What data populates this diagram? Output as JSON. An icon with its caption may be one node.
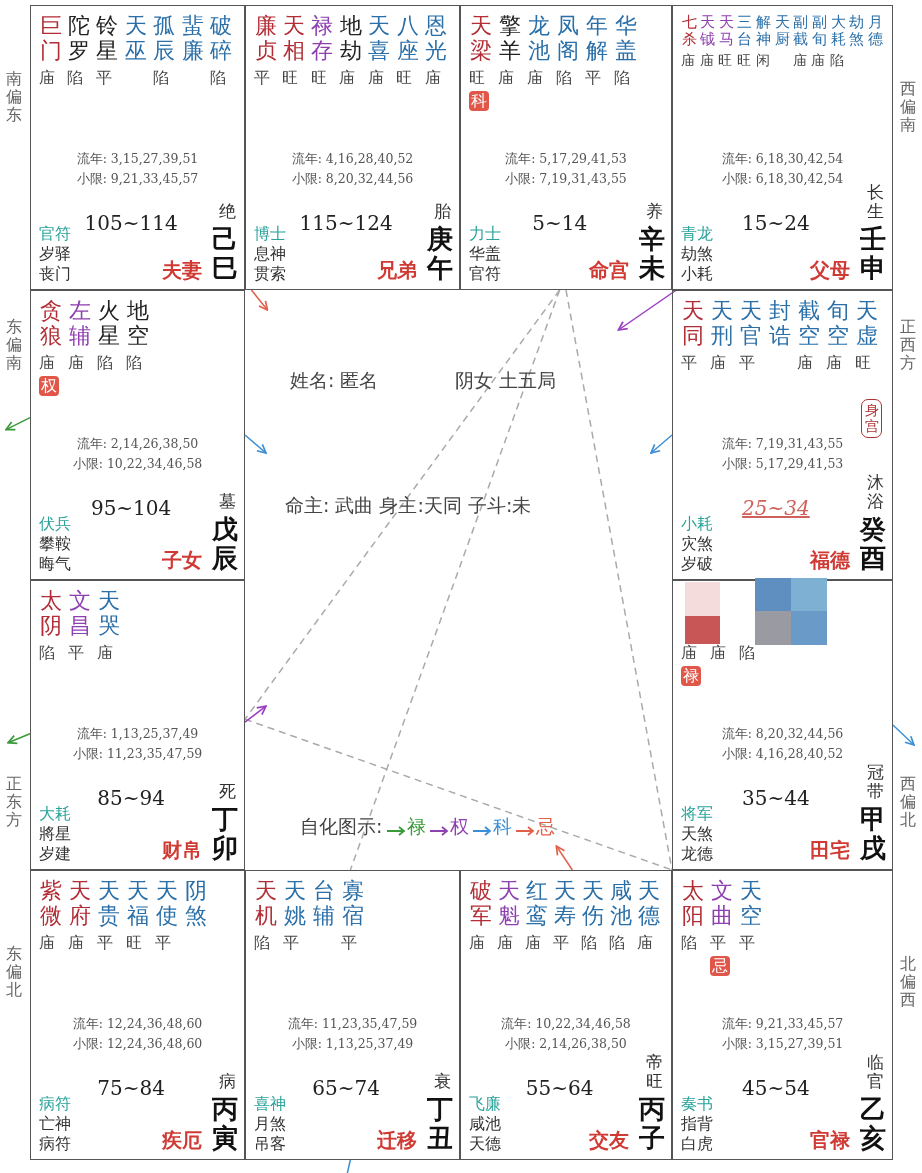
{
  "diagram": {
    "nodes": [
      {
        "text": [
          "巨门",
          "陀罗",
          "铃星",
          "天巫",
          "孤辰",
          "蜚廉",
          "破碎",
          "庙",
          "陷",
          "平",
          "陷",
          "陷",
          "流年: 3,15,27,39,51",
          "小限: 9,21,33,45,57",
          "105~114",
          "官符",
          "岁驿",
          "丧门",
          "夫妻",
          "绝",
          "己巳"
        ],
        "beside": [
          "南偏东"
        ]
      },
      {
        "text": [
          "廉贞",
          "天相",
          "禄存",
          "地劫",
          "天喜",
          "八座",
          "恩光",
          "平",
          "旺",
          "旺",
          "庙",
          "庙",
          "旺",
          "庙",
          "流年: 4,16,28,40,52",
          "小限: 8,20,32,44,56",
          "115~124",
          "博士",
          "息神",
          "贯索",
          "兄弟",
          "胎",
          "庚午"
        ]
      },
      {
        "text": [
          "天梁",
          "擎羊",
          "龙池",
          "凤阁",
          "年解",
          "华盖",
          "旺",
          "庙",
          "庙",
          "陷",
          "平",
          "陷",
          "科",
          "流年: 5,17,29,41,53",
          "小限: 7,19,31,43,55",
          "5~14",
          "力士",
          "华盖",
          "官符",
          "命宫",
          "养",
          "辛未"
        ]
      },
      {
        "text": [
          "七杀",
          "天钺",
          "天马",
          "三台",
          "解神",
          "天厨",
          "副截",
          "副旬",
          "大耗",
          "劫煞",
          "月德",
          "庙",
          "庙",
          "旺",
          "旺",
          "闲",
          "庙",
          "庙",
          "陷",
          "流年: 6,18,30,42,54",
          "小限: 6,18,30,42,54",
          "15~24",
          "青龙",
          "劫煞",
          "小耗",
          "父母",
          "长生",
          "壬申"
        ],
        "beside": [
          "西偏南"
        ]
      },
      {
        "text": [
          "贪狼",
          "左辅",
          "火星",
          "地空",
          "庙",
          "庙",
          "陷",
          "陷",
          "权",
          "流年: 2,14,26,38,50",
          "小限: 10,22,34,46,58",
          "95~104",
          "伏兵",
          "攀鞍",
          "晦气",
          "子女",
          "墓",
          "戊辰"
        ],
        "beside": [
          "东偏南"
        ]
      },
      {
        "text": [
          "天同",
          "天刑",
          "天官",
          "封诰",
          "截空",
          "旬空",
          "天虚",
          "平",
          "庙",
          "平",
          "庙",
          "庙",
          "旺",
          "身宫",
          "流年: 7,19,31,43,55",
          "小限: 5,17,29,41,53",
          "25~34",
          "小耗",
          "灾煞",
          "岁破",
          "福德",
          "沐浴",
          "癸酉"
        ],
        "beside": [
          "正西方"
        ]
      },
      {
        "text": [
          "太阴",
          "文昌",
          "天哭",
          "陷",
          "平",
          "庙",
          "流年: 1,13,25,37,49",
          "小限: 11,23,35,47,59",
          "85~94",
          "大耗",
          "將星",
          "岁建",
          "财帛",
          "死",
          "丁卯"
        ],
        "beside": [
          "正东方"
        ]
      },
      {
        "text": [
          "庙",
          "庙",
          "陷",
          "禄",
          "流年: 8,20,32,44,56",
          "小限: 4,16,28,40,52",
          "35~44",
          "将军",
          "天煞",
          "龙德",
          "田宅",
          "冠带",
          "甲戌"
        ],
        "beside": [
          "西偏北"
        ]
      },
      {
        "text": [
          "紫微",
          "天府",
          "天贵",
          "天福",
          "天使",
          "阴煞",
          "庙",
          "庙",
          "平",
          "旺",
          "平",
          "流年: 12,24,36,48,60",
          "小限: 12,24,36,48,60",
          "75~84",
          "病符",
          "亡神",
          "病符",
          "疾厄",
          "病",
          "丙寅"
        ],
        "beside": [
          "东偏北"
        ]
      },
      {
        "text": [
          "天机",
          "天姚",
          "台辅",
          "寡宿",
          "陷",
          "平",
          "平",
          "流年: 11,23,35,47,59",
          "小限: 1,13,25,37,49",
          "65~74",
          "喜神",
          "月煞",
          "吊客",
          "迁移",
          "衰",
          "丁丑"
        ]
      },
      {
        "text": [
          "破军",
          "天魁",
          "红鸾",
          "天寿",
          "天伤",
          "咸池",
          "天德",
          "庙",
          "庙",
          "庙",
          "平",
          "陷",
          "陷",
          "庙",
          "流年: 10,22,34,46,58",
          "小限: 2,14,26,38,50",
          "55~64",
          "飞廉",
          "咸池",
          "天德",
          "交友",
          "帝旺",
          "丙子"
        ]
      },
      {
        "text": [
          "太阳",
          "文曲",
          "天空",
          "陷",
          "平",
          "平",
          "忌",
          "流年: 9,21,33,45,57",
          "小限: 3,15,27,39,51",
          "45~54",
          "奏书",
          "指背",
          "白虎",
          "官禄",
          "临官",
          "乙亥"
        ],
        "beside": [
          "北偏西"
        ]
      }
    ],
    "edges": [
      {
        "from": 2,
        "to": 6,
        "arrow": "none",
        "style": "dashed",
        "color": "#aaaaaa"
      },
      {
        "from": 2,
        "to": 9,
        "arrow": "none",
        "style": "dashed",
        "color": "#aaaaaa"
      },
      {
        "from": 2,
        "to": 11,
        "arrow": "none",
        "style": "dashed",
        "color": "#aaaaaa"
      },
      {
        "from": 6,
        "to": 11,
        "arrow": "none",
        "style": "dashed",
        "color": "#aaaaaa"
      },
      {
        "from": 1,
        "to": null,
        "arrow": "to",
        "color": "#e0604a"
      },
      {
        "from": 3,
        "to": null,
        "arrow": "to",
        "color": "#9b3fc0"
      },
      {
        "from": 4,
        "to": null,
        "arrow": "to",
        "color": "#3b8fd6"
      },
      {
        "from": 5,
        "to": null,
        "arrow": "to",
        "color": "#3b8fd6"
      },
      {
        "from": 6,
        "to": null,
        "arrow": "to",
        "color": "#9b3fc0"
      },
      {
        "from": 10,
        "to": null,
        "arrow": "to",
        "color": "#e0604a"
      },
      {
        "from": 4,
        "to": null,
        "arrow": "to",
        "color": "#3a9a3a"
      },
      {
        "from": 6,
        "to": null,
        "arrow": "to",
        "color": "#3a9a3a"
      },
      {
        "from": 7,
        "to": null,
        "arrow": "to",
        "color": "#3b8fd6"
      },
      {
        "from": 9,
        "to": null,
        "arrow": "none",
        "color": "#3b8fd6"
      }
    ],
    "labels": [
      "姓名: 匿名",
      "阴女 土五局",
      "命主: 武曲 身主:天同 子斗:未",
      "自化图示:"
    ],
    "legend": [
      {
        "text": "禄"
      },
      {
        "text": "权"
      },
      {
        "text": "科"
      },
      {
        "text": "忌"
      }
    ]
  }
}
